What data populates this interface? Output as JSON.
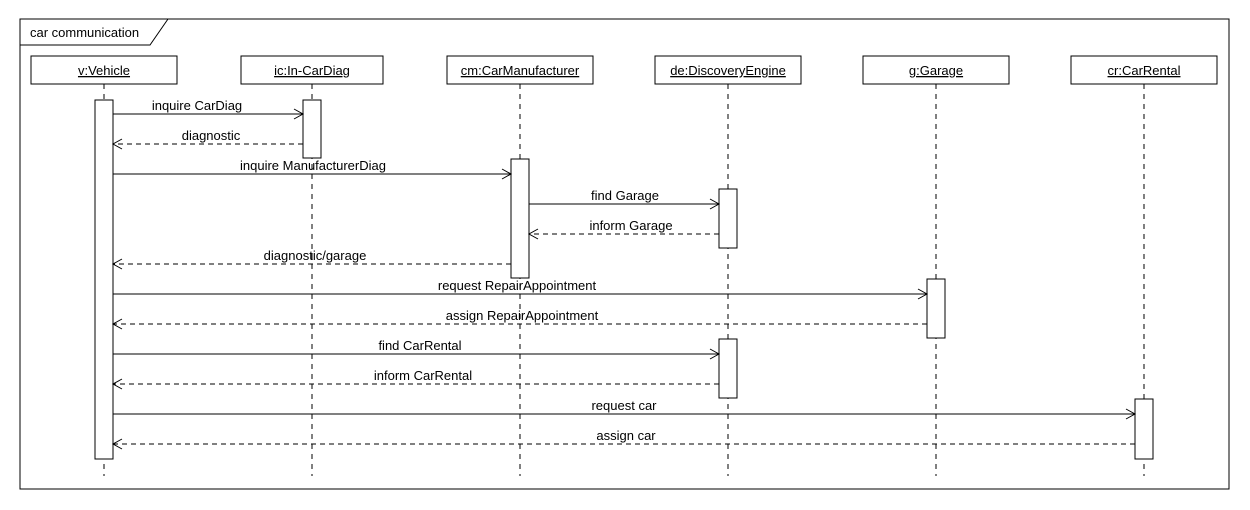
{
  "frame": {
    "label": "car communication"
  },
  "lifelines": [
    {
      "id": "v",
      "label": "v:Vehicle"
    },
    {
      "id": "ic",
      "label": "ic:In-CarDiag"
    },
    {
      "id": "cm",
      "label": "cm:CarManufacturer"
    },
    {
      "id": "de",
      "label": "de:DiscoveryEngine"
    },
    {
      "id": "g",
      "label": "g:Garage"
    },
    {
      "id": "cr",
      "label": "cr:CarRental"
    }
  ],
  "messages": [
    {
      "label": "inquire CarDiag",
      "from": "v",
      "to": "ic",
      "kind": "call"
    },
    {
      "label": "diagnostic",
      "from": "ic",
      "to": "v",
      "kind": "reply"
    },
    {
      "label": "inquire ManufacturerDiag",
      "from": "v",
      "to": "cm",
      "kind": "call"
    },
    {
      "label": "find Garage",
      "from": "cm",
      "to": "de",
      "kind": "call"
    },
    {
      "label": "inform Garage",
      "from": "de",
      "to": "cm",
      "kind": "reply"
    },
    {
      "label": "diagnostic/garage",
      "from": "cm",
      "to": "v",
      "kind": "reply"
    },
    {
      "label": "request RepairAppointment",
      "from": "v",
      "to": "g",
      "kind": "call"
    },
    {
      "label": "assign RepairAppointment",
      "from": "g",
      "to": "v",
      "kind": "reply"
    },
    {
      "label": "find CarRental",
      "from": "v",
      "to": "de",
      "kind": "call"
    },
    {
      "label": "inform CarRental",
      "from": "de",
      "to": "v",
      "kind": "reply"
    },
    {
      "label": "request car",
      "from": "v",
      "to": "cr",
      "kind": "call"
    },
    {
      "label": "assign car",
      "from": "cr",
      "to": "v",
      "kind": "reply"
    }
  ]
}
